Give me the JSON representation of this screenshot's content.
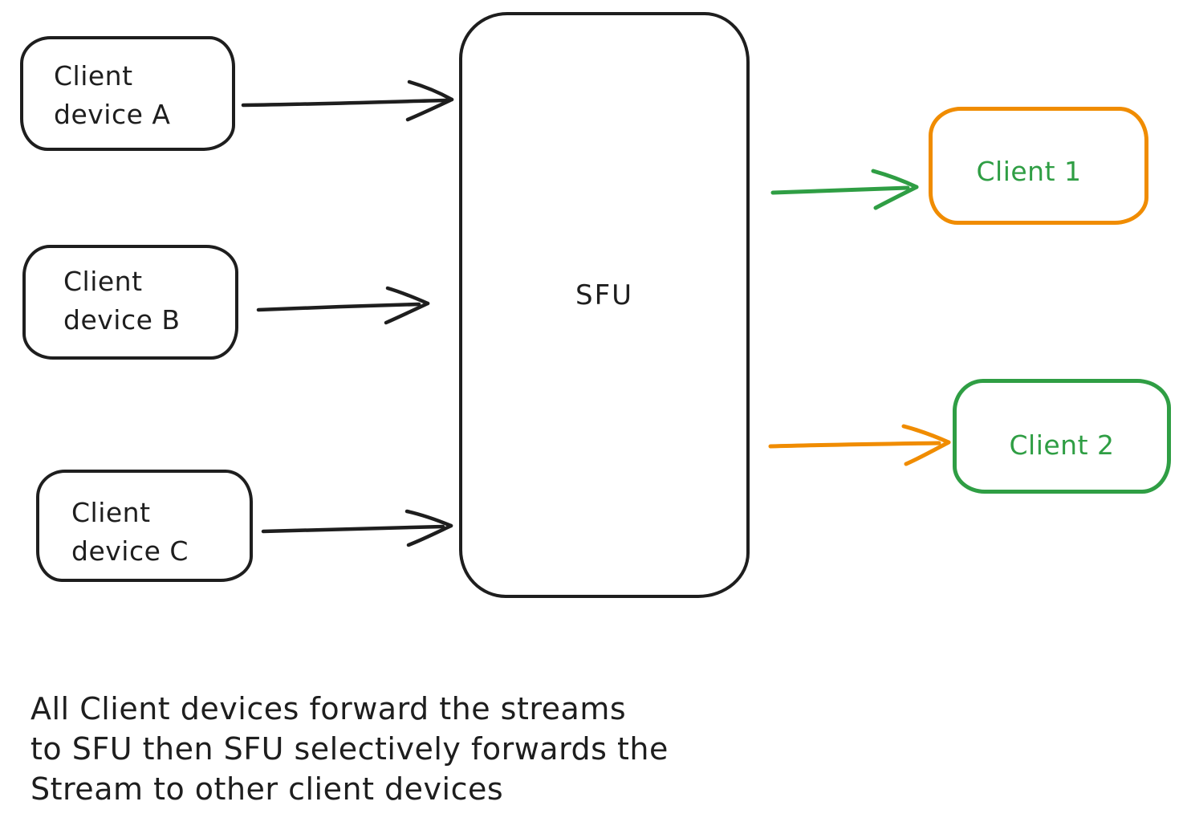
{
  "diagram": {
    "background": "#ffffff",
    "colors": {
      "stroke_black": "#1e1e1e",
      "accent_orange": "#f08c00",
      "accent_green": "#2f9e44"
    },
    "nodes": {
      "client_device_a": {
        "line1": "Client",
        "line2": "device A"
      },
      "client_device_b": {
        "line1": "Client",
        "line2": "device B"
      },
      "client_device_c": {
        "line1": "Client",
        "line2": "device C"
      },
      "sfu": {
        "label": "SFU"
      },
      "client_1": {
        "label": "Client 1"
      },
      "client_2": {
        "label": "Client 2"
      }
    },
    "arrows": {
      "a_to_sfu": {
        "from": "Client device A",
        "to": "SFU",
        "color": "#1e1e1e"
      },
      "b_to_sfu": {
        "from": "Client device B",
        "to": "SFU",
        "color": "#1e1e1e"
      },
      "c_to_sfu": {
        "from": "Client device C",
        "to": "SFU",
        "color": "#1e1e1e"
      },
      "sfu_to_client_1": {
        "from": "SFU",
        "to": "Client 1",
        "color": "#2f9e44"
      },
      "sfu_to_client_2": {
        "from": "SFU",
        "to": "Client 2",
        "color": "#f08c00"
      }
    },
    "caption": {
      "line1": "All Client devices forward the streams",
      "line2": "to SFU then SFU selectively forwards the",
      "line3": "Stream to other client devices"
    }
  }
}
